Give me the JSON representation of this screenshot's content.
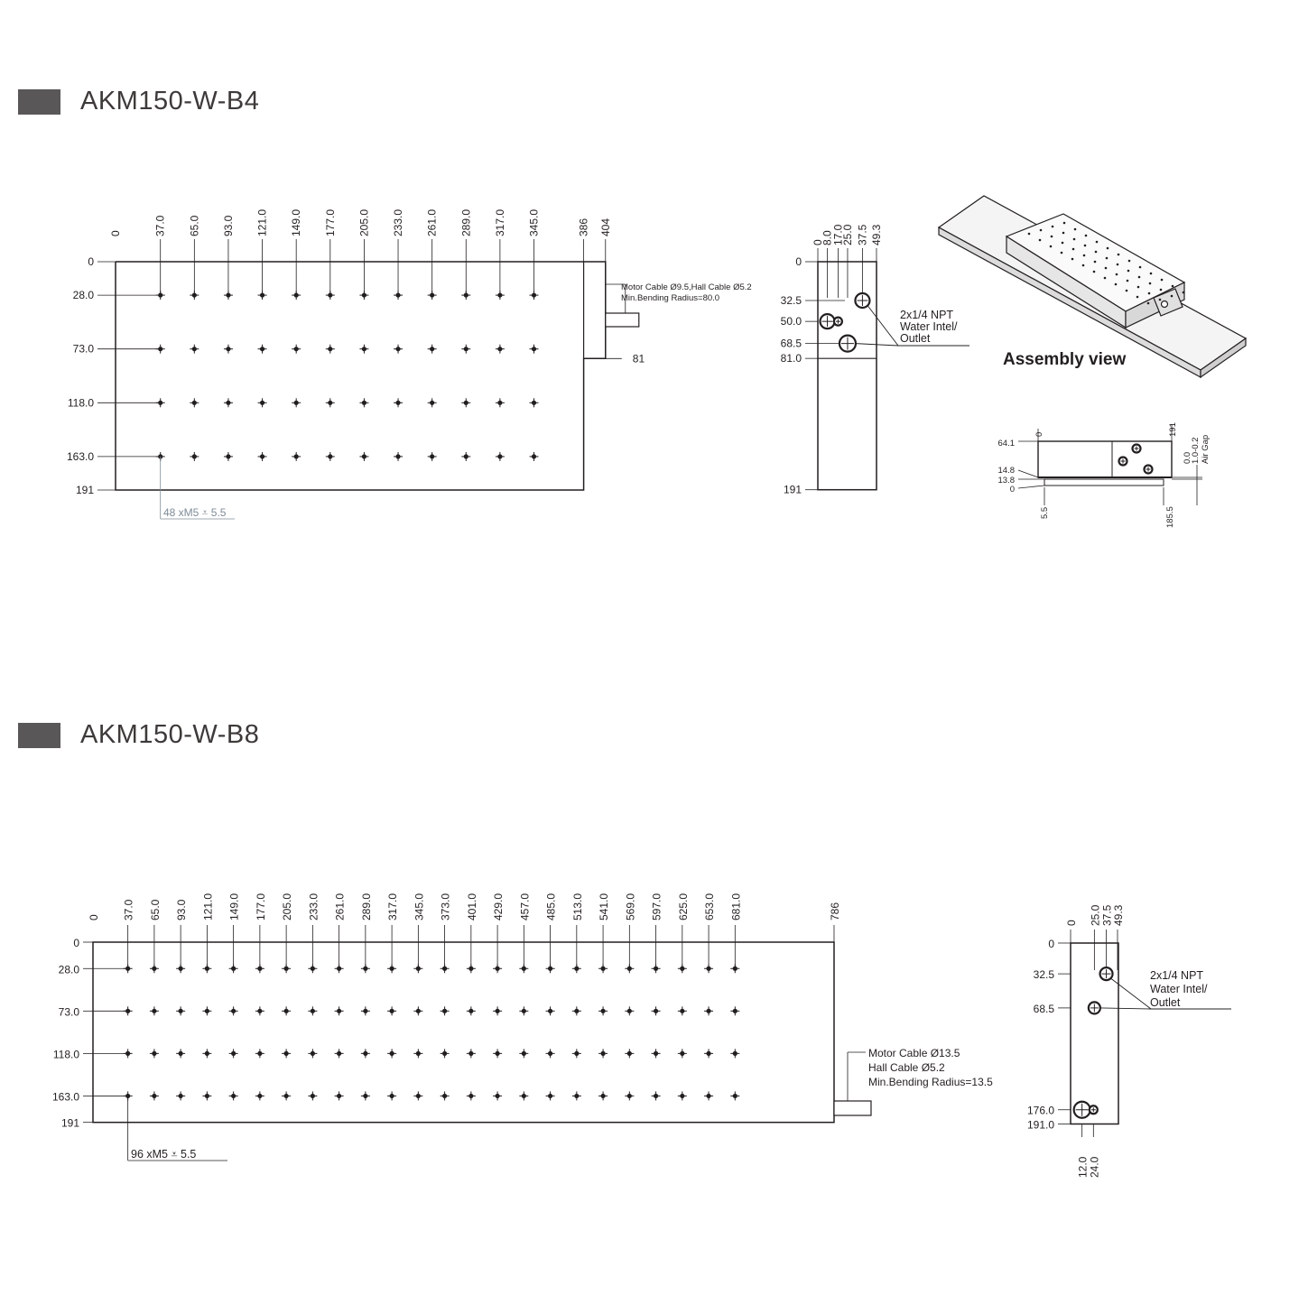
{
  "b4": {
    "title": "AKM150-W-B4",
    "front": {
      "x_dims": [
        "0",
        "37.0",
        "65.0",
        "93.0",
        "121.0",
        "149.0",
        "177.0",
        "205.0",
        "233.0",
        "261.0",
        "289.0",
        "317.0",
        "345.0"
      ],
      "x_edges": [
        "386",
        "404"
      ],
      "y_dims": [
        "0",
        "28.0",
        "73.0",
        "118.0",
        "163.0",
        "191"
      ],
      "step_dim": "81",
      "cable_note_1": "Motor Cable Ø9.5,Hall Cable Ø5.2",
      "cable_note_2": "Min.Bending Radius=80.0",
      "hole_note": "48 xM5 ⩡ 5.5"
    },
    "side": {
      "x_dims": [
        "0",
        "8.0",
        "17.0",
        "25.0",
        "37.5",
        "49.3"
      ],
      "y_dims": [
        "0",
        "32.5",
        "50.0",
        "68.5",
        "81.0",
        "191"
      ],
      "water_note_1": "2x1/4 NPT",
      "water_note_2": "Water Intel/",
      "water_note_3": "Outlet"
    },
    "assembly_label": "Assembly view",
    "section": {
      "left_dims": [
        "64.1",
        "14.8",
        "13.8",
        "0"
      ],
      "bottom_dims": [
        "5.5",
        "185.5"
      ],
      "top_left": "0",
      "top_right": "191",
      "gap_dims": [
        "0.0",
        "1.0-0.2",
        "Air Gap"
      ]
    }
  },
  "b8": {
    "title": "AKM150-W-B8",
    "front": {
      "x_dims": [
        "0",
        "37.0",
        "65.0",
        "93.0",
        "121.0",
        "149.0",
        "177.0",
        "205.0",
        "233.0",
        "261.0",
        "289.0",
        "317.0",
        "345.0",
        "373.0",
        "401.0",
        "429.0",
        "457.0",
        "485.0",
        "513.0",
        "541.0",
        "569.0",
        "597.0",
        "625.0",
        "653.0",
        "681.0"
      ],
      "x_edge": "786",
      "y_dims": [
        "0",
        "28.0",
        "73.0",
        "118.0",
        "163.0",
        "191"
      ],
      "cable_note_1": "Motor Cable Ø13.5",
      "cable_note_2": "Hall Cable Ø5.2",
      "cable_note_3": "Min.Bending Radius=13.5",
      "hole_note": "96 xM5 ⩡ 5.5"
    },
    "side": {
      "x_dims": [
        "0",
        "25.0",
        "37.5",
        "49.3"
      ],
      "y_dims": [
        "0",
        "32.5",
        "68.5",
        "176.0",
        "191.0"
      ],
      "bottom_dims": [
        "12.0",
        "24.0"
      ],
      "water_note_1": "2x1/4 NPT",
      "water_note_2": "Water Intel/",
      "water_note_3": "Outlet"
    }
  }
}
